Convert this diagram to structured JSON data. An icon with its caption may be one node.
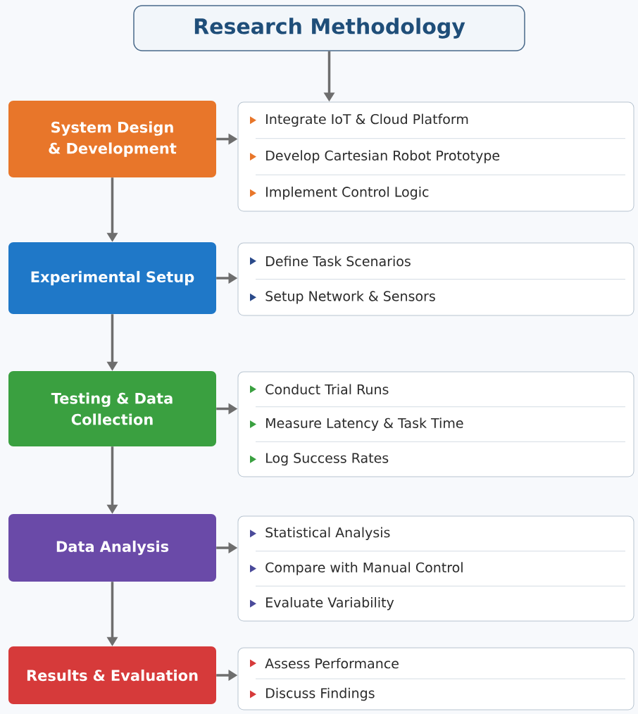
{
  "diagram": {
    "nodes": [
      {
        "text": [
          "Research Methodology"
        ]
      },
      {
        "text": [
          "System Design & Development"
        ]
      },
      {
        "text": [
          "Integrate IoT & Cloud Platform",
          "Develop Cartesian Robot Prototype",
          "Implement Control Logic"
        ]
      },
      {
        "text": [
          "Experimental Setup"
        ]
      },
      {
        "text": [
          "Define Task Scenarios",
          "Setup Network & Sensors"
        ]
      },
      {
        "text": [
          "Testing & Data Collection"
        ]
      },
      {
        "text": [
          "Conduct Trial Runs",
          "Measure Latency & Task Time",
          "Log Success Rates"
        ]
      },
      {
        "text": [
          "Data Analysis"
        ]
      },
      {
        "text": [
          "Statistical Analysis",
          "Compare with Manual Control",
          "Evaluate Variability"
        ]
      },
      {
        "text": [
          "Results & Evaluation"
        ]
      },
      {
        "text": [
          "Assess Performance",
          "Discuss Findings"
        ]
      }
    ],
    "edges": [
      {
        "from": 0,
        "to": 2,
        "arrow": "to"
      },
      {
        "from": 1,
        "to": 2,
        "arrow": "to"
      },
      {
        "from": 1,
        "to": 3,
        "arrow": "to"
      },
      {
        "from": 3,
        "to": 4,
        "arrow": "to"
      },
      {
        "from": 3,
        "to": 5,
        "arrow": "to"
      },
      {
        "from": 5,
        "to": 6,
        "arrow": "to"
      },
      {
        "from": 5,
        "to": 7,
        "arrow": "to"
      },
      {
        "from": 7,
        "to": 8,
        "arrow": "to"
      },
      {
        "from": 7,
        "to": 9,
        "arrow": "to"
      },
      {
        "from": 9,
        "to": 10,
        "arrow": "to"
      }
    ]
  }
}
